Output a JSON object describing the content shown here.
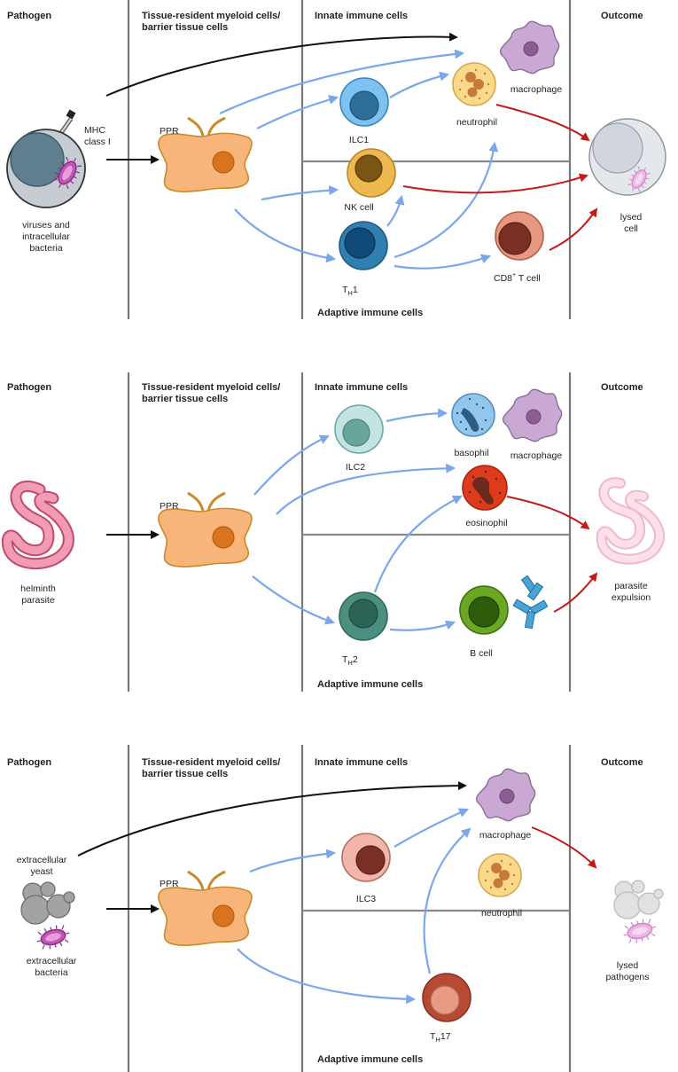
{
  "colors": {
    "blue_arrow": "#7aa7ec",
    "red_arrow": "#c41a1a",
    "black_arrow": "#111111",
    "tissue_cell": "#f7b57a",
    "divider": "#777777"
  },
  "panels": [
    {
      "headers": {
        "pathogen": "Pathogen",
        "tissue_line1": "Tissue-resident myeloid cells/",
        "tissue_line2": "barrier tissue cells",
        "innate": "Innate immune cells",
        "outcome": "Outcome",
        "adaptive": "Adaptive immune cells"
      },
      "pathogen": {
        "line1": "viruses and",
        "line2": "intracellular",
        "line3": "bacteria",
        "mhc_line1": "MHC",
        "mhc_line2": "class I"
      },
      "receptor": "PPR",
      "cells": {
        "ilc": "ILC1",
        "neutrophil": "neutrophil",
        "macrophage": "macrophage",
        "nk": "NK cell",
        "th_main": "T",
        "th_sub": "H",
        "th_suffix": "1",
        "cd8_a": "CD8",
        "cd8_sup": "+",
        "cd8_b": " T cell"
      },
      "outcome": {
        "line1": "lysed",
        "line2": "cell"
      }
    },
    {
      "headers": {
        "pathogen": "Pathogen",
        "tissue_line1": "Tissue-resident myeloid cells/",
        "tissue_line2": "barrier tissue cells",
        "innate": "Innate immune cells",
        "outcome": "Outcome",
        "adaptive": "Adaptive immune cells"
      },
      "pathogen": {
        "line1": "helminth",
        "line2": "parasite"
      },
      "receptor": "PPR",
      "cells": {
        "ilc": "ILC2",
        "basophil": "basophil",
        "macrophage": "macrophage",
        "eosinophil": "eosinophil",
        "th_main": "T",
        "th_sub": "H",
        "th_suffix": "2",
        "bcell": "B cell"
      },
      "outcome": {
        "line1": "parasite",
        "line2": "expulsion"
      }
    },
    {
      "headers": {
        "pathogen": "Pathogen",
        "tissue_line1": "Tissue-resident myeloid cells/",
        "tissue_line2": "barrier tissue cells",
        "innate": "Innate immune cells",
        "outcome": "Outcome",
        "adaptive": "Adaptive immune cells"
      },
      "pathogen": {
        "yeast_line1": "extracellular",
        "yeast_line2": "yeast",
        "bact_line1": "extracellular",
        "bact_line2": "bacteria"
      },
      "receptor": "PPR",
      "cells": {
        "ilc": "ILC3",
        "macrophage": "macrophage",
        "neutrophil": "neutrophil",
        "th_main": "T",
        "th_sub": "H",
        "th_suffix": "17"
      },
      "outcome": {
        "line1": "lysed",
        "line2": "pathogens"
      }
    }
  ]
}
